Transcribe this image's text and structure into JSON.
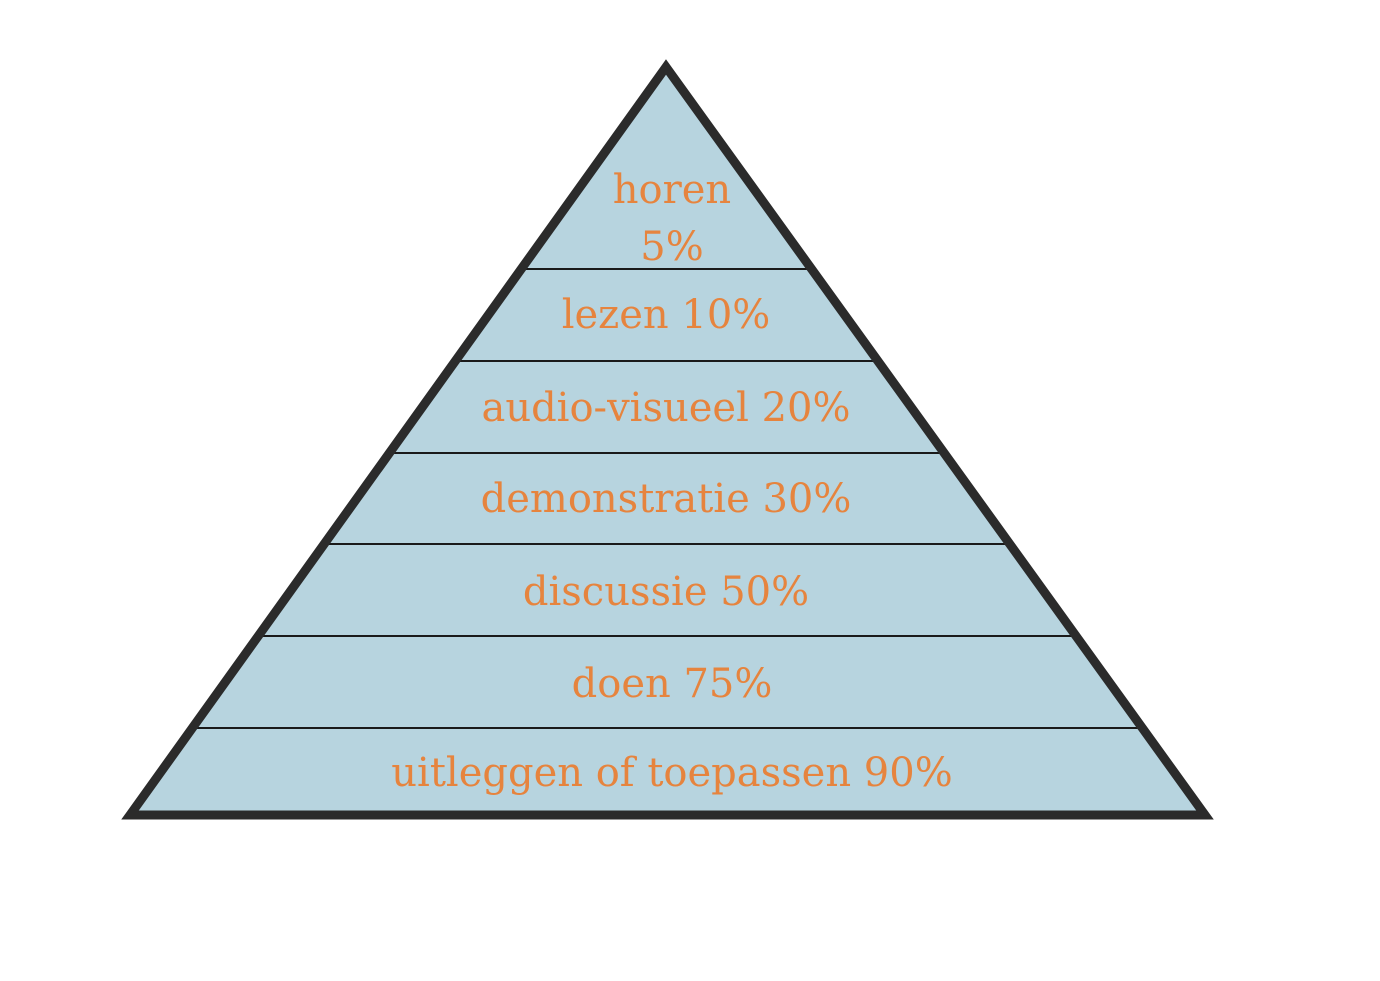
{
  "diagram": {
    "type": "pyramid",
    "colors": {
      "fill": "#b7d4df",
      "outline": "#2b2b2b",
      "divider": "#1a1a1a",
      "text": "#e6843e",
      "background": "#ffffff"
    },
    "levels": [
      {
        "lines": [
          "horen",
          "5%"
        ]
      },
      {
        "lines": [
          "lezen 10%"
        ]
      },
      {
        "lines": [
          "audio-visueel 20%"
        ]
      },
      {
        "lines": [
          "demonstratie 30%"
        ]
      },
      {
        "lines": [
          "discussie 50%"
        ]
      },
      {
        "lines": [
          "doen 75%"
        ]
      },
      {
        "lines": [
          "uitleggen of toepassen 90%"
        ]
      }
    ]
  }
}
